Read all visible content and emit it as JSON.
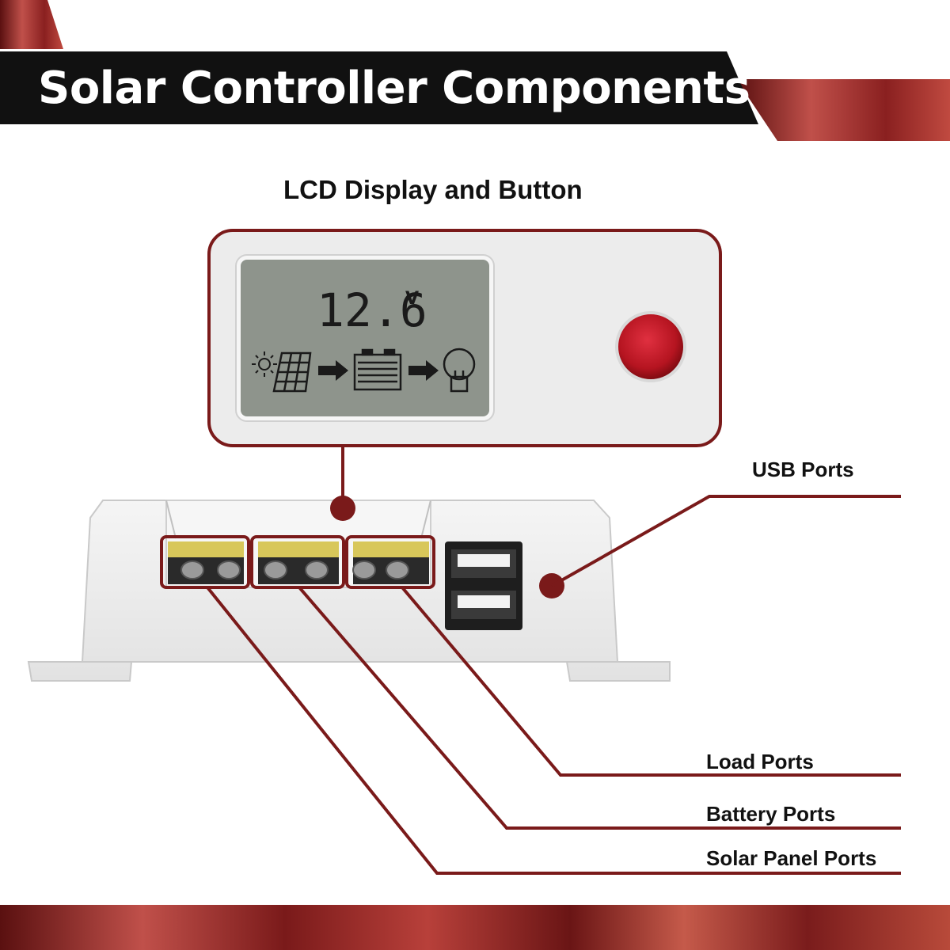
{
  "header": {
    "title": "Solar Controller Components",
    "accent_color": "#b8403a",
    "bar_color": "#111111"
  },
  "lcd_section": {
    "title": "LCD Display and Button",
    "lcd_reading": "12.6",
    "lcd_unit": "V",
    "lcd_icons": [
      "sun-icon",
      "solar-panel-icon",
      "arrow-icon",
      "battery-icon",
      "arrow-icon",
      "bulb-icon"
    ],
    "button_color": "#b51420",
    "lcd_color": "#8e948c"
  },
  "callouts": {
    "usb": "USB Ports",
    "load": "Load Ports",
    "battery": "Battery Ports",
    "solar": "Solar Panel Ports"
  },
  "colors": {
    "callout_line": "#7a1a1a",
    "device_body": "#ececec"
  }
}
